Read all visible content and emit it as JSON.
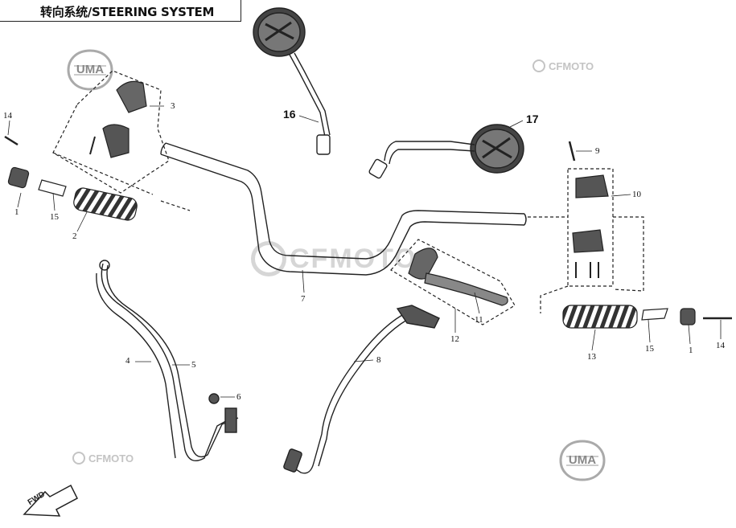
{
  "header": {
    "title": "转向系统/STEERING SYSTEM"
  },
  "watermarks": {
    "brand_small": "CFMOTO",
    "brand_large": "CFMOTO",
    "uma": "UMA"
  },
  "callouts": {
    "c1_left": "1",
    "c2": "2",
    "c3": "3",
    "c4": "4",
    "c5": "5",
    "c6": "6",
    "c7": "7",
    "c8": "8",
    "c9": "9",
    "c10": "10",
    "c11": "11",
    "c12": "12",
    "c13": "13",
    "c14_left": "14",
    "c15_left": "15",
    "c16": "16",
    "c17": "17",
    "c15_right": "15",
    "c1_right": "1",
    "c14_right": "14"
  },
  "direction_badge": "FWD",
  "colors": {
    "line": "#222222",
    "watermark": "#c4c4c4",
    "part_dark": "#333333"
  }
}
